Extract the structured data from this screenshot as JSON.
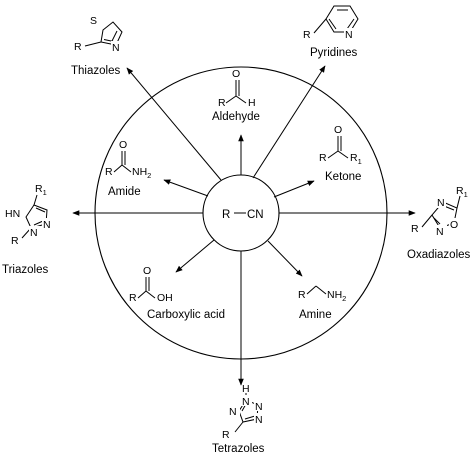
{
  "center": {
    "r": "R",
    "dash": "—",
    "cn": "CN"
  },
  "products": {
    "thiazoles": {
      "name": "Thiazoles",
      "r": "R",
      "s": "S",
      "n": "N"
    },
    "pyridines": {
      "name": "Pyridines",
      "r": "R",
      "n": "N"
    },
    "aldehyde": {
      "name": "Aldehyde",
      "r": "R",
      "o": "O",
      "h": "H"
    },
    "ketone": {
      "name": "Ketone",
      "r": "R",
      "o": "O",
      "r1": "R",
      "r1_sub": "1"
    },
    "amide": {
      "name": "Amide",
      "r": "R",
      "o": "O",
      "nh": "NH",
      "nh_sub": "2"
    },
    "oxadiazoles": {
      "name": "Oxadiazoles",
      "r": "R",
      "r1": "R",
      "r1_sub": "1",
      "n1": "N",
      "n2": "N",
      "o": "O"
    },
    "triazoles": {
      "name": "Triazoles",
      "r": "R",
      "r1": "R",
      "r1_sub": "1",
      "hn": "HN",
      "n1": "N",
      "n2": "N"
    },
    "carboxylic_acid": {
      "name": "Carboxylic acid",
      "r": "R",
      "o": "O",
      "oh": "OH"
    },
    "amine": {
      "name": "Amine",
      "r": "R",
      "nh": "NH",
      "nh_sub": "2"
    },
    "tetrazoles": {
      "name": "Tetrazoles",
      "r": "R",
      "h": "H",
      "n1": "N",
      "n2": "N",
      "n3": "N",
      "n4": "N"
    }
  }
}
